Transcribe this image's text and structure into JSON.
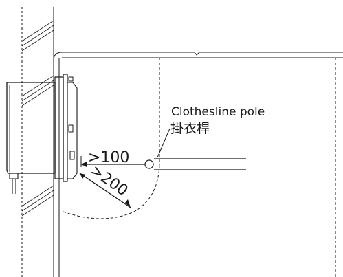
{
  "labels": {
    "pole_en": "Clothesline pole",
    "pole_zh": "掛衣桿",
    "dim_front": ">100",
    "dim_diag": ">200"
  },
  "colors": {
    "line": "#1a1a1a"
  }
}
